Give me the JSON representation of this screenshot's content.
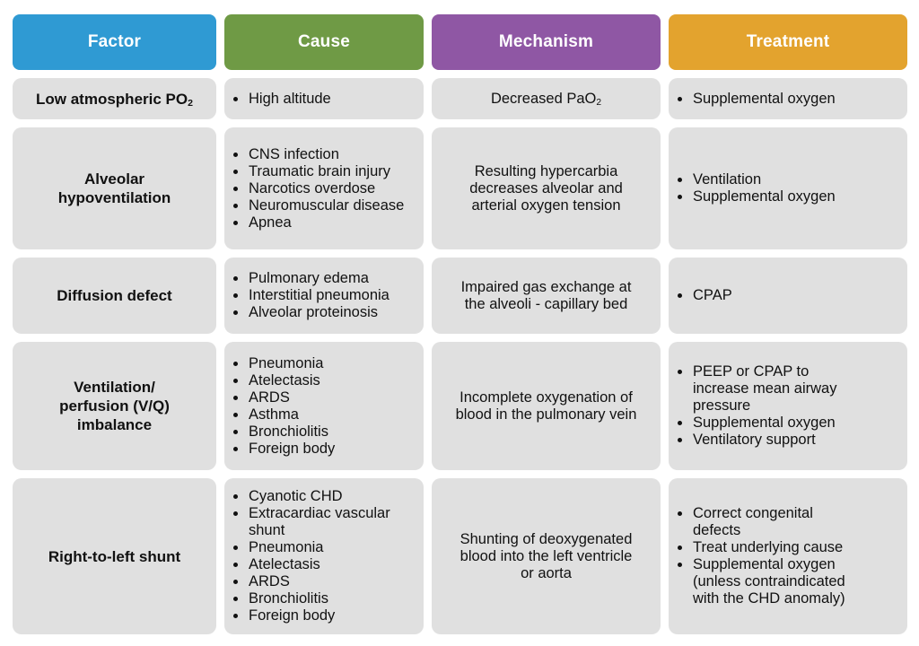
{
  "table": {
    "headers": [
      {
        "label": "Factor",
        "color": "#2f9ad3"
      },
      {
        "label": "Cause",
        "color": "#6f9a45"
      },
      {
        "label": "Mechanism",
        "color": "#8f57a4"
      },
      {
        "label": "Treatment",
        "color": "#e3a32e"
      }
    ],
    "cell_background": "#e0e0e0",
    "rows": [
      {
        "factor": {
          "text": "Low atmospheric PO",
          "sub": "2"
        },
        "cause": [
          "High altitude"
        ],
        "mechanism": {
          "text": "Decreased PaO",
          "sub": "2"
        },
        "treatment": [
          "Supplemental oxygen"
        ]
      },
      {
        "factor": {
          "text": "Alveolar\nhypoventilation"
        },
        "cause": [
          "CNS infection",
          "Traumatic brain injury",
          "Narcotics overdose",
          "Neuromuscular disease",
          "Apnea"
        ],
        "mechanism": {
          "text": "Resulting hypercarbia\ndecreases alveolar and\narterial oxygen tension"
        },
        "treatment": [
          "Ventilation",
          "Supplemental oxygen"
        ]
      },
      {
        "factor": {
          "text": "Diffusion defect"
        },
        "cause": [
          "Pulmonary edema",
          "Interstitial pneumonia",
          "Alveolar proteinosis"
        ],
        "mechanism": {
          "text": "Impaired gas exchange at\nthe alveoli - capillary bed"
        },
        "treatment": [
          "CPAP"
        ]
      },
      {
        "factor": {
          "text": "Ventilation/\nperfusion (V/Q)\nimbalance"
        },
        "cause": [
          "Pneumonia",
          "Atelectasis",
          "ARDS",
          "Asthma",
          "Bronchiolitis",
          "Foreign body"
        ],
        "mechanism": {
          "text": "Incomplete oxygenation of\nblood in the pulmonary vein"
        },
        "treatment": [
          "PEEP or CPAP to increase mean airway pressure",
          "Supplemental oxygen",
          "Ventilatory support"
        ]
      },
      {
        "factor": {
          "text": "Right-to-left shunt"
        },
        "cause": [
          "Cyanotic CHD",
          "Extracardiac vascular shunt",
          "Pneumonia",
          "Atelectasis",
          "ARDS",
          "Bronchiolitis",
          "Foreign body"
        ],
        "mechanism": {
          "text": "Shunting of deoxygenated\nblood into the left ventricle\nor aorta"
        },
        "treatment": [
          "Correct congenital defects",
          "Treat underlying cause",
          "Supplemental oxygen (unless contraindicated with the CHD anomaly)"
        ]
      }
    ]
  }
}
